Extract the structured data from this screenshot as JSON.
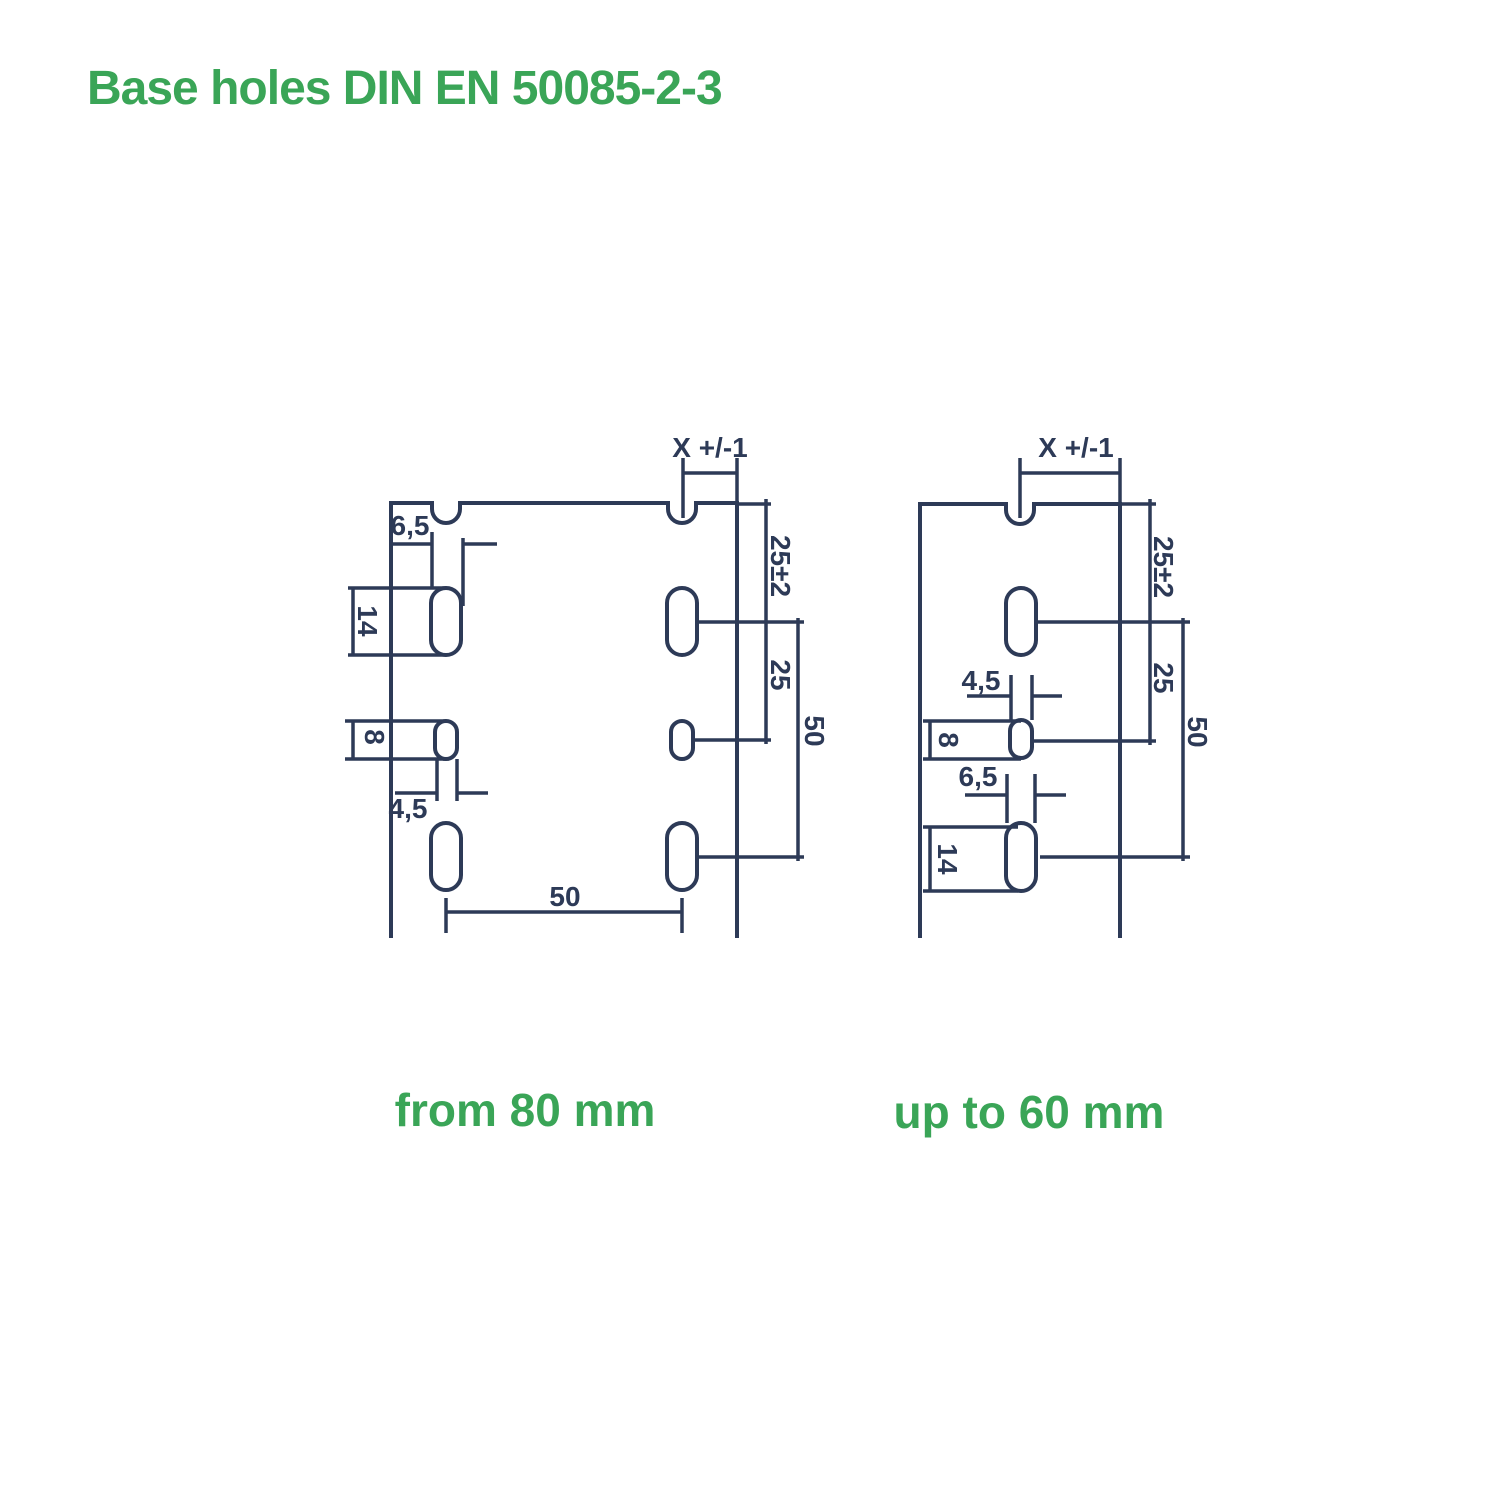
{
  "title": "Base holes DIN EN 50085-2-3",
  "colors": {
    "accent_green": "#3aa557",
    "line_navy": "#2d3a57"
  },
  "diagram_left": {
    "caption": "from 80 mm",
    "dim_x_tolerance": "X +/-1",
    "dim_pitch_with_tolerance": "25±2",
    "dim_pitch": "25",
    "dim_double_pitch": "50",
    "dim_large_slot_width": "6,5",
    "dim_large_slot_length": "14",
    "dim_small_slot_length": "8",
    "dim_small_slot_width": "4,5",
    "dim_column_spacing": "50"
  },
  "diagram_right": {
    "caption": "up to 60 mm",
    "dim_x_tolerance": "X +/-1",
    "dim_pitch_with_tolerance": "25±2",
    "dim_pitch": "25",
    "dim_double_pitch": "50",
    "dim_small_slot_width": "4,5",
    "dim_small_slot_length": "8",
    "dim_large_slot_width": "6,5",
    "dim_large_slot_length": "14"
  }
}
